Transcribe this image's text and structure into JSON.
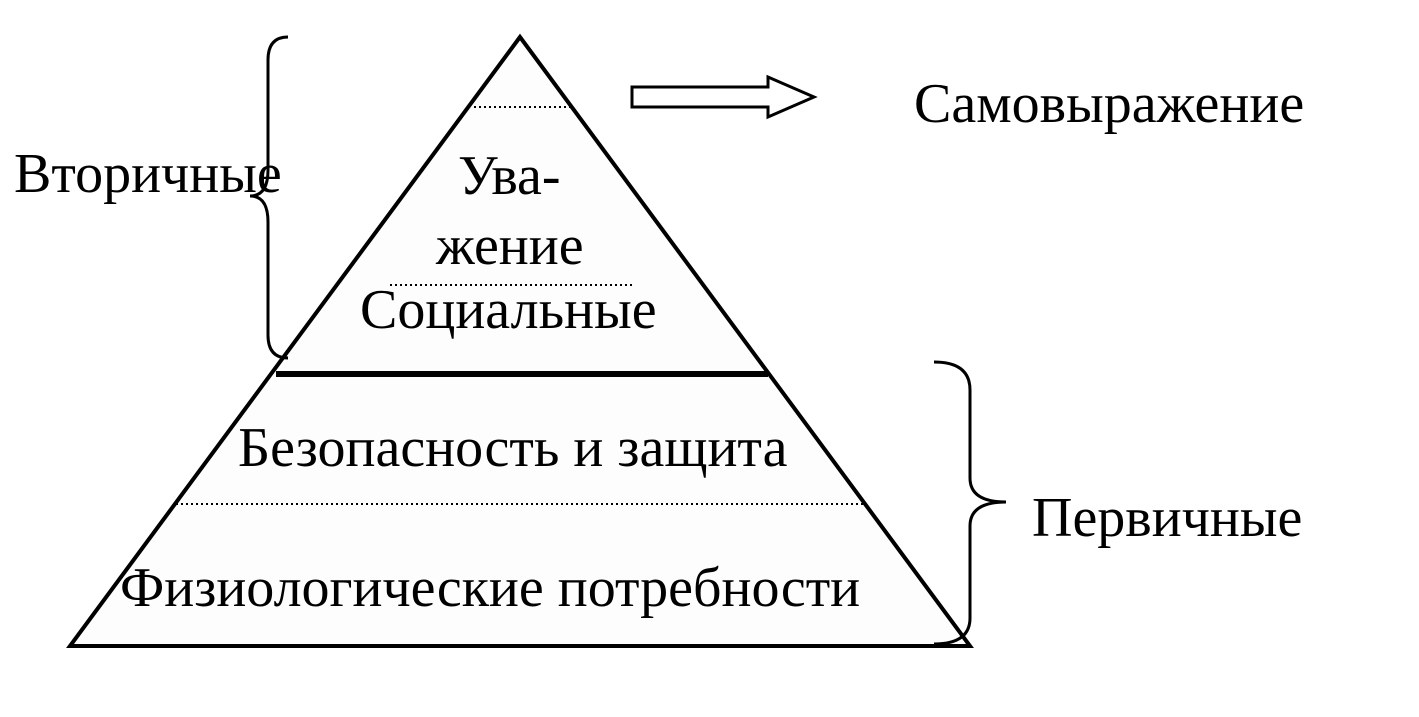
{
  "diagram": {
    "levels": {
      "self_actualization": "Самовыражение",
      "esteem_line1": "Ува-",
      "esteem_line2": "жение",
      "social": "Социальные",
      "safety": "Безопасность и защита",
      "physiological": "Физиологические потребности"
    },
    "groups": {
      "secondary": "Вторичные",
      "primary": "Первичные"
    },
    "colors": {
      "stroke": "#000000",
      "fill": "#fdfdfd",
      "background": "#ffffff"
    }
  }
}
